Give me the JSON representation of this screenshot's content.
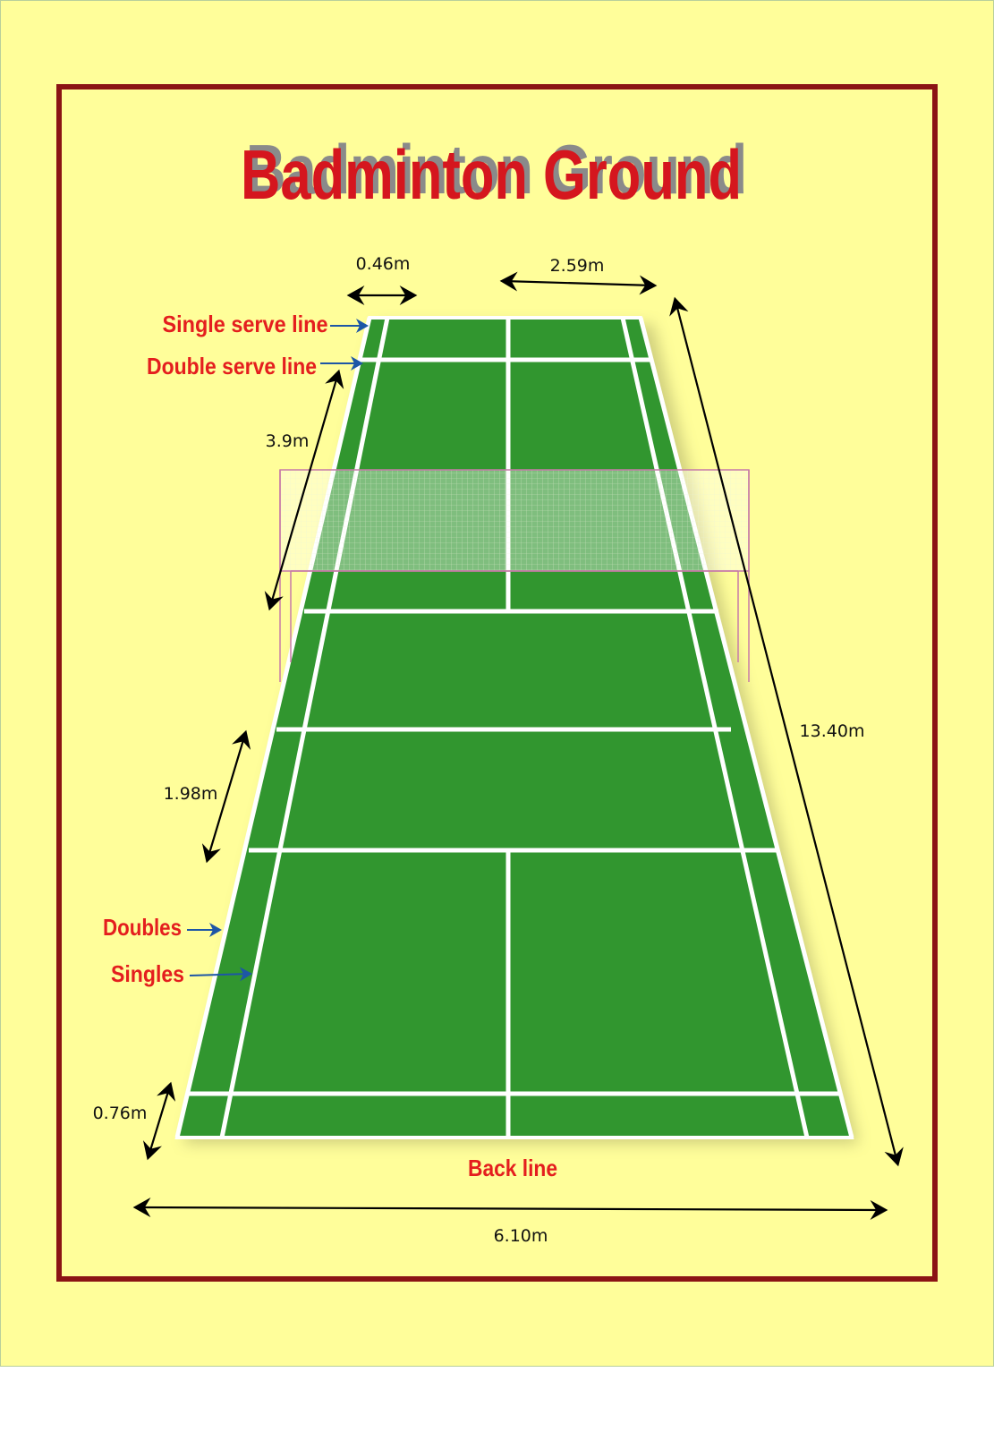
{
  "title": "Badminton Ground",
  "labels": {
    "single_serve_line": "Single serve line",
    "double_serve_line": "Double serve line",
    "doubles": "Doubles",
    "singles": "Singles",
    "back_line": "Back line"
  },
  "dimensions": {
    "side_alley_width": "0.46m",
    "service_court_width": "2.59m",
    "front_to_net_length": "3.9m",
    "court_length": "13.40m",
    "short_service_depth": "1.98m",
    "back_alley_depth": "0.76m",
    "court_width": "6.10m"
  },
  "colors": {
    "background": "#fffe9a",
    "frame": "#8b1414",
    "court": "#31962f",
    "lines": "#ffffff",
    "net": "#c77aa8",
    "title_red": "#d5161e",
    "title_shadow": "#8a8a8a",
    "label_red": "#e41e1e",
    "pointer_blue": "#1d56a6"
  }
}
